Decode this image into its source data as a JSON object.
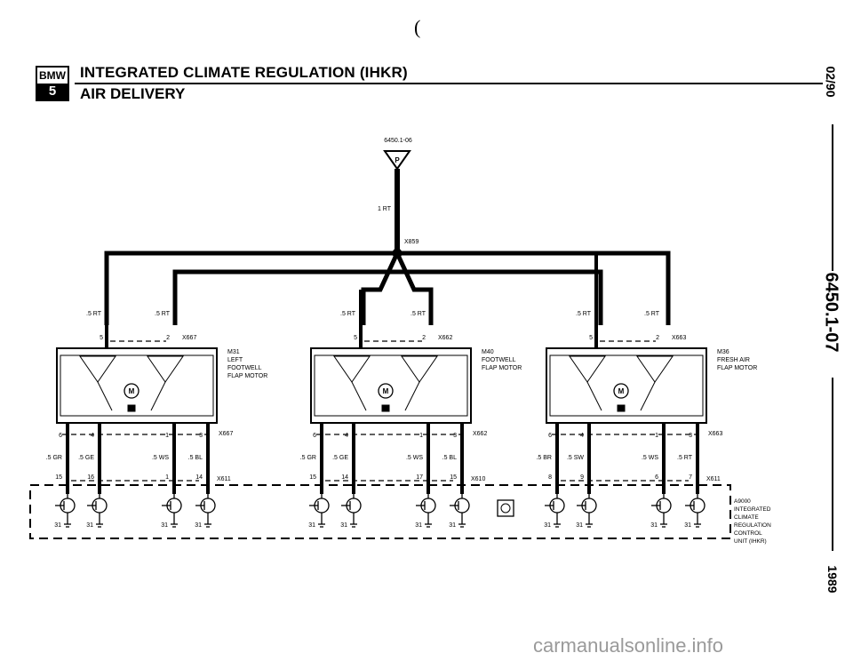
{
  "header": {
    "logo_top": "BMW",
    "logo_bottom": "5",
    "title": "INTEGRATED CLIMATE REGULATION (IHKR)",
    "subtitle": "AIR DELIVERY"
  },
  "margin_mark": "(",
  "side": {
    "date": "02/90",
    "page_number": "6450.1-07",
    "year": "1989"
  },
  "diagram": {
    "ref": "6450.1-06",
    "power_label": "P",
    "main_wire": "1 RT",
    "splice": "X859",
    "motors": [
      {
        "top_connector": "X667",
        "name_lines": [
          "M31",
          "LEFT",
          "FOOTWELL",
          "FLAP MOTOR"
        ],
        "feed_left": ".5 RT",
        "feed_right": ".5 RT",
        "pin_top_left": "5",
        "pin_top_right": "2",
        "bottom_connector": "X667",
        "pins_bottom": [
          "6",
          "4",
          "1",
          "3"
        ],
        "wires": [
          ".5 GR",
          ".5 GE",
          ".5 WS",
          ".5 BL"
        ],
        "unit_connector": "X611",
        "unit_pins": [
          "15",
          "16",
          "1",
          "14"
        ]
      },
      {
        "top_connector": "X662",
        "name_lines": [
          "M40",
          "FOOTWELL",
          "FLAP MOTOR"
        ],
        "feed_left": ".5 RT",
        "feed_right": ".5 RT",
        "pin_top_left": "5",
        "pin_top_right": "2",
        "bottom_connector": "X662",
        "pins_bottom": [
          "6",
          "4",
          "1",
          "3"
        ],
        "wires": [
          ".5 GR",
          ".5 GE",
          ".5 WS",
          ".5 BL"
        ],
        "unit_connector": "X610",
        "unit_pins": [
          "15",
          "14",
          "17",
          "15"
        ]
      },
      {
        "top_connector": "X663",
        "name_lines": [
          "M36",
          "FRESH AIR",
          "FLAP MOTOR"
        ],
        "feed_left": ".5 RT",
        "feed_right": ".5 RT",
        "pin_top_left": "5",
        "pin_top_right": "2",
        "bottom_connector": "X663",
        "pins_bottom": [
          "6",
          "4",
          "1",
          "3"
        ],
        "wires": [
          ".5 BR",
          ".5 SW",
          ".5 WS",
          ".5 RT"
        ],
        "unit_connector": "X611",
        "unit_pins": [
          "8",
          "9",
          "6",
          "7"
        ]
      }
    ],
    "motor_symbol": "M",
    "ground_label": "31",
    "control_unit": {
      "name_lines": [
        "A9000",
        "INTEGRATED",
        "CLIMATE",
        "REGULATION",
        "CONTROL",
        "UNIT (IHKR)"
      ]
    }
  },
  "watermark": "carmanualsonline.info"
}
